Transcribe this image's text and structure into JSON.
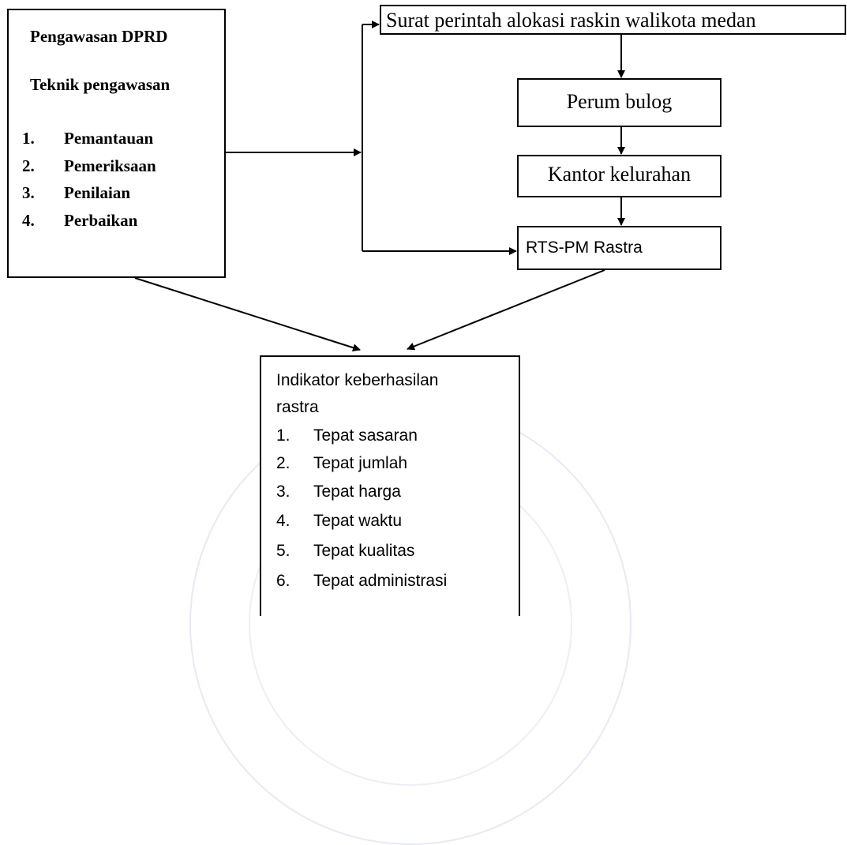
{
  "dprd_box": {
    "title": "Pengawasan DPRD",
    "subtitle": "Teknik pengawasan",
    "items": [
      {
        "num": "1.",
        "label": "Pemantauan"
      },
      {
        "num": "2.",
        "label": "Pemeriksaan"
      },
      {
        "num": "3.",
        "label": "Penilaian"
      },
      {
        "num": "4.",
        "label": "Perbaikan"
      }
    ]
  },
  "flow": {
    "surat": "Surat perintah alokasi raskin walikota medan",
    "bulog": "Perum bulog",
    "kantor": "Kantor kelurahan",
    "rts": "RTS-PM Rastra"
  },
  "indikator_box": {
    "title_line1": "Indikator keberhasilan",
    "title_line2": "rastra",
    "items": [
      {
        "num": "1.",
        "label": "Tepat sasaran"
      },
      {
        "num": "2.",
        "label": "Tepat jumlah"
      },
      {
        "num": "3.",
        "label": "Tepat harga"
      },
      {
        "num": "4.",
        "label": "Tepat waktu"
      },
      {
        "num": "5.",
        "label": "Tepat kualitas"
      },
      {
        "num": "6.",
        "label": "Tepat administrasi"
      }
    ]
  }
}
